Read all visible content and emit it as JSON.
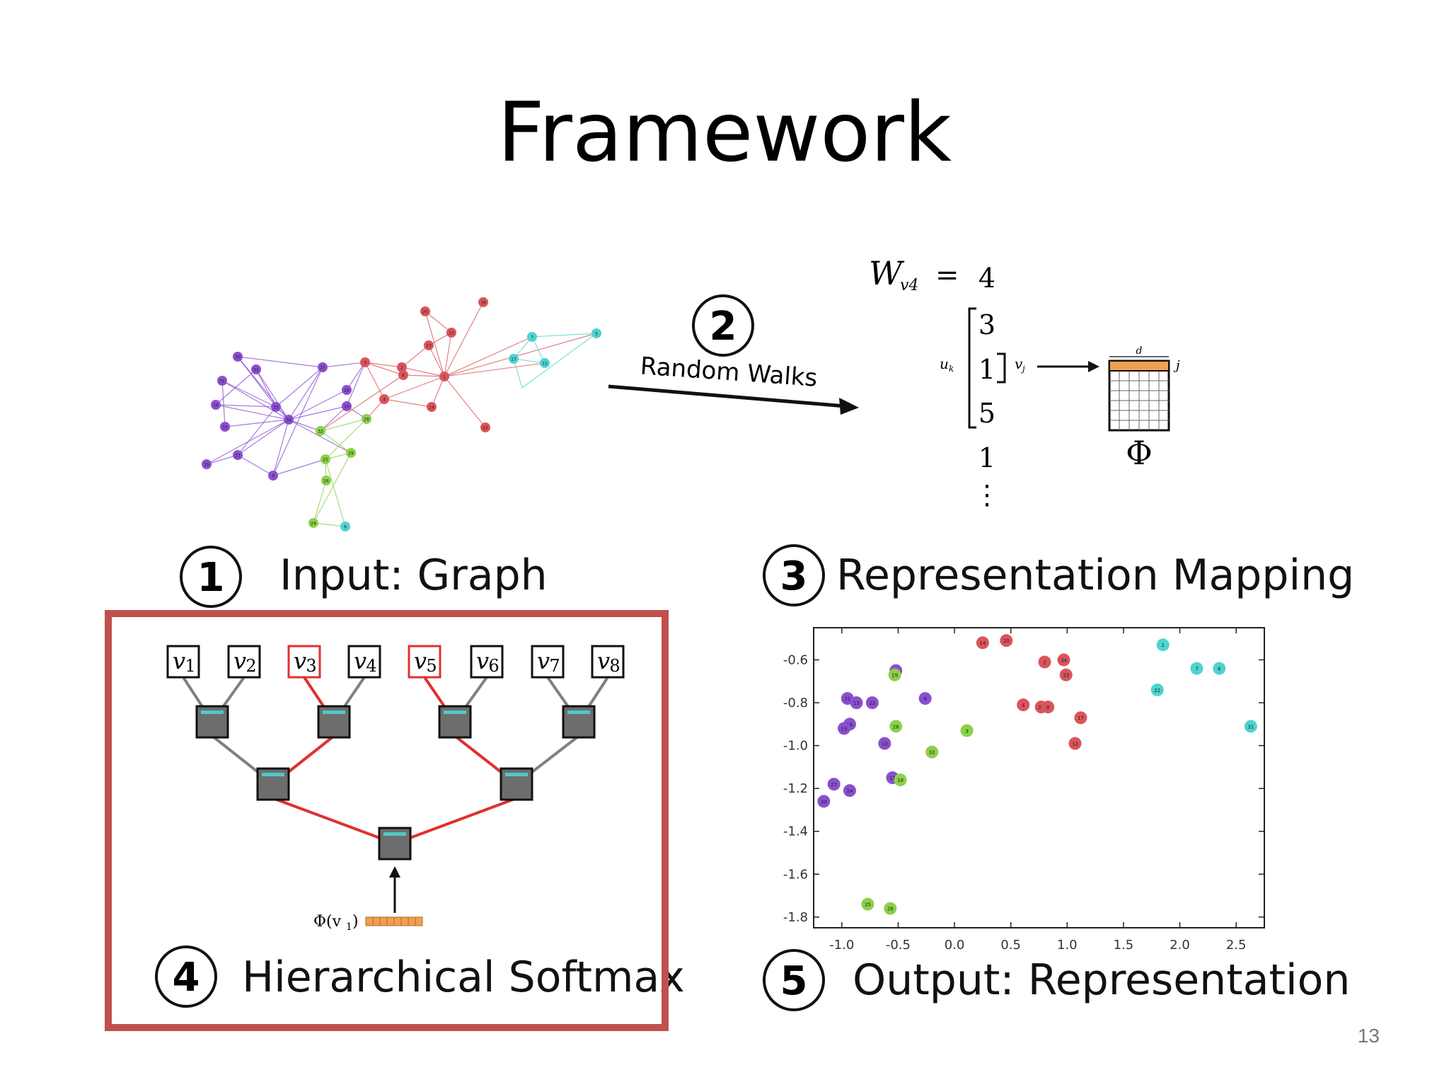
{
  "slide": {
    "title": "Framework",
    "page_number": "13"
  },
  "steps": [
    {
      "number": "1",
      "label": "Input: Graph"
    },
    {
      "number": "2",
      "label": "Random Walks"
    },
    {
      "number": "3",
      "label": "Representation Mapping"
    },
    {
      "number": "4",
      "label": "Hierarchical Softmax"
    },
    {
      "number": "5",
      "label": "Output: Representation"
    }
  ],
  "walk": {
    "heading_var": "W",
    "heading_sub": "v4",
    "equals": "=",
    "sequence": [
      "4",
      "3",
      "1",
      "5",
      "1",
      "⋮"
    ],
    "u_label": "u",
    "u_sub": "k",
    "v_label": "v",
    "v_sub": "j",
    "matrix_top_label": "d",
    "matrix_side_label": "j",
    "phi": "Φ"
  },
  "softmax": {
    "leaves": [
      {
        "name": "v",
        "sub": "1",
        "highlighted": false
      },
      {
        "name": "v",
        "sub": "2",
        "highlighted": false
      },
      {
        "name": "v",
        "sub": "3",
        "highlighted": true
      },
      {
        "name": "v",
        "sub": "4",
        "highlighted": false
      },
      {
        "name": "v",
        "sub": "5",
        "highlighted": true
      },
      {
        "name": "v",
        "sub": "6",
        "highlighted": false
      },
      {
        "name": "v",
        "sub": "7",
        "highlighted": false
      },
      {
        "name": "v",
        "sub": "8",
        "highlighted": false
      }
    ],
    "input_label": "Φ(v",
    "input_sub": "1",
    "input_close": ")"
  },
  "colors": {
    "purple": "#8a4fcf",
    "red": "#d9555a",
    "green": "#8bd14a",
    "cyan": "#4fd3cf",
    "highlight_frame": "#c0504d",
    "path_red": "#e03030",
    "path_gray": "#808080",
    "node_box": "#6d6d6d",
    "embedding": "#f0a050"
  },
  "chart_data": {
    "type": "scatter",
    "title": "",
    "xlabel": "",
    "ylabel": "",
    "xlim": [
      -1.25,
      2.75
    ],
    "ylim": [
      -1.85,
      -0.45
    ],
    "xticks": [
      "-1.0",
      "-0.5",
      "0.0",
      "0.5",
      "1.0",
      "1.5",
      "2.0",
      "2.5"
    ],
    "yticks": [
      "-0.6",
      "-0.8",
      "-1.0",
      "-1.2",
      "-1.4",
      "-1.6",
      "-1.8"
    ],
    "series": [
      {
        "color": "purple",
        "points": [
          {
            "x": -0.52,
            "y": -0.65,
            "label": "5"
          },
          {
            "x": -0.95,
            "y": -0.78,
            "label": "21"
          },
          {
            "x": -0.87,
            "y": -0.8,
            "label": "13"
          },
          {
            "x": -0.73,
            "y": -0.8,
            "label": "23"
          },
          {
            "x": -0.26,
            "y": -0.78,
            "label": "9"
          },
          {
            "x": -0.93,
            "y": -0.9,
            "label": "16"
          },
          {
            "x": -0.98,
            "y": -0.92,
            "label": "15"
          },
          {
            "x": -0.62,
            "y": -0.99,
            "label": "10"
          },
          {
            "x": -0.55,
            "y": -1.15,
            "label": "11"
          },
          {
            "x": -1.07,
            "y": -1.18,
            "label": "27"
          },
          {
            "x": -0.93,
            "y": -1.21,
            "label": "24"
          },
          {
            "x": -1.16,
            "y": -1.26,
            "label": "30"
          }
        ]
      },
      {
        "color": "green",
        "points": [
          {
            "x": -0.53,
            "y": -0.67,
            "label": "19"
          },
          {
            "x": -0.52,
            "y": -0.91,
            "label": "28"
          },
          {
            "x": 0.11,
            "y": -0.93,
            "label": "3"
          },
          {
            "x": -0.2,
            "y": -1.03,
            "label": "32"
          },
          {
            "x": -0.48,
            "y": -1.16,
            "label": "18"
          },
          {
            "x": -0.77,
            "y": -1.74,
            "label": "25"
          },
          {
            "x": -0.57,
            "y": -1.76,
            "label": "26"
          }
        ]
      },
      {
        "color": "red",
        "points": [
          {
            "x": 0.25,
            "y": -0.52,
            "label": "14"
          },
          {
            "x": 0.46,
            "y": -0.51,
            "label": "20"
          },
          {
            "x": 0.8,
            "y": -0.61,
            "label": "2"
          },
          {
            "x": 0.97,
            "y": -0.6,
            "label": "34"
          },
          {
            "x": 0.99,
            "y": -0.67,
            "label": "33"
          },
          {
            "x": 0.61,
            "y": -0.81,
            "label": "4"
          },
          {
            "x": 0.77,
            "y": -0.82,
            "label": "29"
          },
          {
            "x": 0.83,
            "y": -0.82,
            "label": "8"
          },
          {
            "x": 1.12,
            "y": -0.87,
            "label": "17"
          },
          {
            "x": 1.07,
            "y": -0.99,
            "label": "12"
          }
        ]
      },
      {
        "color": "cyan",
        "points": [
          {
            "x": 1.85,
            "y": -0.53,
            "label": "1"
          },
          {
            "x": 2.15,
            "y": -0.64,
            "label": "7"
          },
          {
            "x": 2.35,
            "y": -0.64,
            "label": "6"
          },
          {
            "x": 1.8,
            "y": -0.74,
            "label": "22"
          },
          {
            "x": 2.63,
            "y": -0.91,
            "label": "31"
          }
        ]
      }
    ]
  },
  "graph": {
    "nodes": [
      {
        "label": "34",
        "color": "purple"
      },
      {
        "label": "33",
        "color": "purple"
      },
      {
        "label": "21",
        "color": "purple"
      },
      {
        "label": "31",
        "color": "purple"
      },
      {
        "label": "16",
        "color": "purple"
      },
      {
        "label": "15",
        "color": "purple"
      },
      {
        "label": "19",
        "color": "purple"
      },
      {
        "label": "23",
        "color": "purple"
      },
      {
        "label": "9",
        "color": "purple"
      },
      {
        "label": "30",
        "color": "purple"
      },
      {
        "label": "27",
        "color": "purple"
      },
      {
        "label": "24",
        "color": "purple"
      },
      {
        "label": "10",
        "color": "purple"
      },
      {
        "label": "3",
        "color": "red"
      },
      {
        "label": "2",
        "color": "red"
      },
      {
        "label": "4",
        "color": "red"
      },
      {
        "label": "8",
        "color": "red"
      },
      {
        "label": "14",
        "color": "red"
      },
      {
        "label": "1",
        "color": "red"
      },
      {
        "label": "13",
        "color": "red"
      },
      {
        "label": "12",
        "color": "red"
      },
      {
        "label": "18",
        "color": "red"
      },
      {
        "label": "22",
        "color": "red"
      },
      {
        "label": "20",
        "color": "red"
      },
      {
        "label": "32",
        "color": "green"
      },
      {
        "label": "28",
        "color": "green"
      },
      {
        "label": "29",
        "color": "green"
      },
      {
        "label": "25",
        "color": "green"
      },
      {
        "label": "26",
        "color": "green"
      },
      {
        "label": "24",
        "color": "green"
      },
      {
        "label": "6",
        "color": "cyan"
      },
      {
        "label": "7",
        "color": "cyan"
      },
      {
        "label": "5",
        "color": "cyan"
      },
      {
        "label": "11",
        "color": "cyan"
      },
      {
        "label": "17",
        "color": "cyan"
      }
    ]
  }
}
